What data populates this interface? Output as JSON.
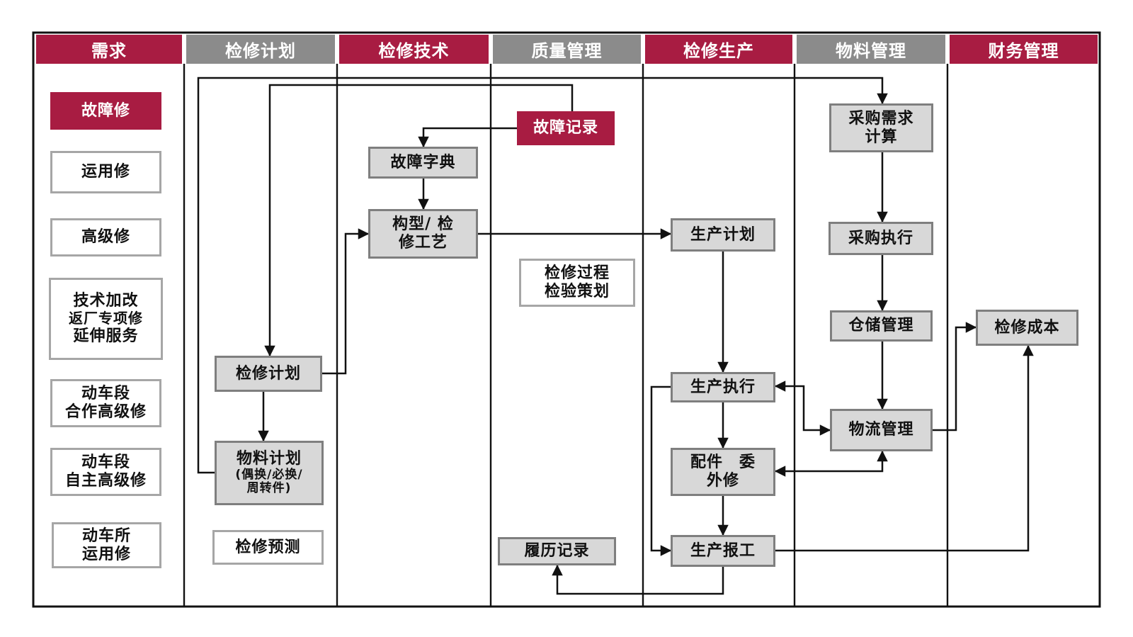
{
  "lanes": [
    {
      "label": "需求",
      "color": "crimson"
    },
    {
      "label": "检修计划",
      "color": "gray"
    },
    {
      "label": "检修技术",
      "color": "crimson"
    },
    {
      "label": "质量管理",
      "color": "gray"
    },
    {
      "label": "检修生产",
      "color": "crimson"
    },
    {
      "label": "物料管理",
      "color": "gray"
    },
    {
      "label": "财务管理",
      "color": "crimson"
    }
  ],
  "nodes": {
    "fault_repair": {
      "label": "故障修"
    },
    "operational_repair": {
      "label": "运用修"
    },
    "advanced_repair": {
      "label": "高级修"
    },
    "tech_modification": {
      "lines": [
        "技术加改",
        "返厂专项修",
        "延伸服务"
      ]
    },
    "depot_coop_advanced_repair": {
      "lines": [
        "动车段",
        "合作高级修"
      ]
    },
    "depot_self_advanced_repair": {
      "lines": [
        "动车段",
        "自主高级修"
      ]
    },
    "depot_operational_repair": {
      "lines": [
        "动车所",
        "运用修"
      ]
    },
    "maintenance_plan": {
      "label": "检修计划"
    },
    "material_plan": {
      "lines": [
        "物料计划",
        "(偶换/必换/",
        "周转件)"
      ]
    },
    "maintenance_forecast": {
      "label": "检修预测"
    },
    "fault_dictionary": {
      "label": "故障字典"
    },
    "config_process": {
      "lines": [
        "构型/ 检",
        "修工艺"
      ]
    },
    "fault_record": {
      "label": "故障记录"
    },
    "inspection_planning": {
      "lines": [
        "检修过程",
        "检验策划"
      ]
    },
    "history_record": {
      "label": "履历记录"
    },
    "production_plan": {
      "label": "生产计划"
    },
    "production_execution": {
      "label": "生产执行"
    },
    "outsourced_parts_repair": {
      "lines": [
        "配件　委",
        "外修"
      ]
    },
    "production_report": {
      "label": "生产报工"
    },
    "purchase_requirement_calculation": {
      "lines": [
        "采购需求",
        "计算"
      ]
    },
    "purchase_execution": {
      "label": "采购执行"
    },
    "warehouse_management": {
      "label": "仓储管理"
    },
    "logistics_management": {
      "label": "物流管理"
    },
    "maintenance_cost": {
      "label": "检修成本"
    }
  },
  "connectors": [
    {
      "from": "fault_record",
      "to": "maintenance_plan",
      "bidirectional": false
    },
    {
      "from": "fault_record",
      "to": "fault_dictionary",
      "bidirectional": false
    },
    {
      "from": "fault_dictionary",
      "to": "config_process",
      "bidirectional": false
    },
    {
      "from": "maintenance_plan",
      "to": "config_process",
      "bidirectional": false
    },
    {
      "from": "maintenance_plan",
      "to": "material_plan",
      "bidirectional": false
    },
    {
      "from": "material_plan",
      "to": "purchase_requirement_calculation",
      "bidirectional": false
    },
    {
      "from": "config_process",
      "to": "production_plan",
      "bidirectional": false
    },
    {
      "from": "production_plan",
      "to": "production_execution",
      "bidirectional": false
    },
    {
      "from": "production_execution",
      "to": "outsourced_parts_repair",
      "bidirectional": false
    },
    {
      "from": "production_execution",
      "to": "production_report",
      "bidirectional": false
    },
    {
      "from": "outsourced_parts_repair",
      "to": "production_report",
      "bidirectional": false
    },
    {
      "from": "production_report",
      "to": "history_record",
      "bidirectional": false
    },
    {
      "from": "purchase_requirement_calculation",
      "to": "purchase_execution",
      "bidirectional": false
    },
    {
      "from": "purchase_execution",
      "to": "warehouse_management",
      "bidirectional": false
    },
    {
      "from": "warehouse_management",
      "to": "logistics_management",
      "bidirectional": false
    },
    {
      "from": "production_execution",
      "to": "logistics_management",
      "bidirectional": true
    },
    {
      "from": "outsourced_parts_repair",
      "to": "logistics_management",
      "bidirectional": true
    },
    {
      "from": "logistics_management",
      "to": "maintenance_cost",
      "bidirectional": false
    },
    {
      "from": "production_report",
      "to": "maintenance_cost",
      "bidirectional": false
    }
  ],
  "colors": {
    "crimson": "#A81C42",
    "header_gray": "#8B8B8B",
    "box_fill": "#D8D8D8",
    "box_border": "#7F7F7F",
    "white_box_border": "#A6A6A6",
    "line": "#111111"
  }
}
